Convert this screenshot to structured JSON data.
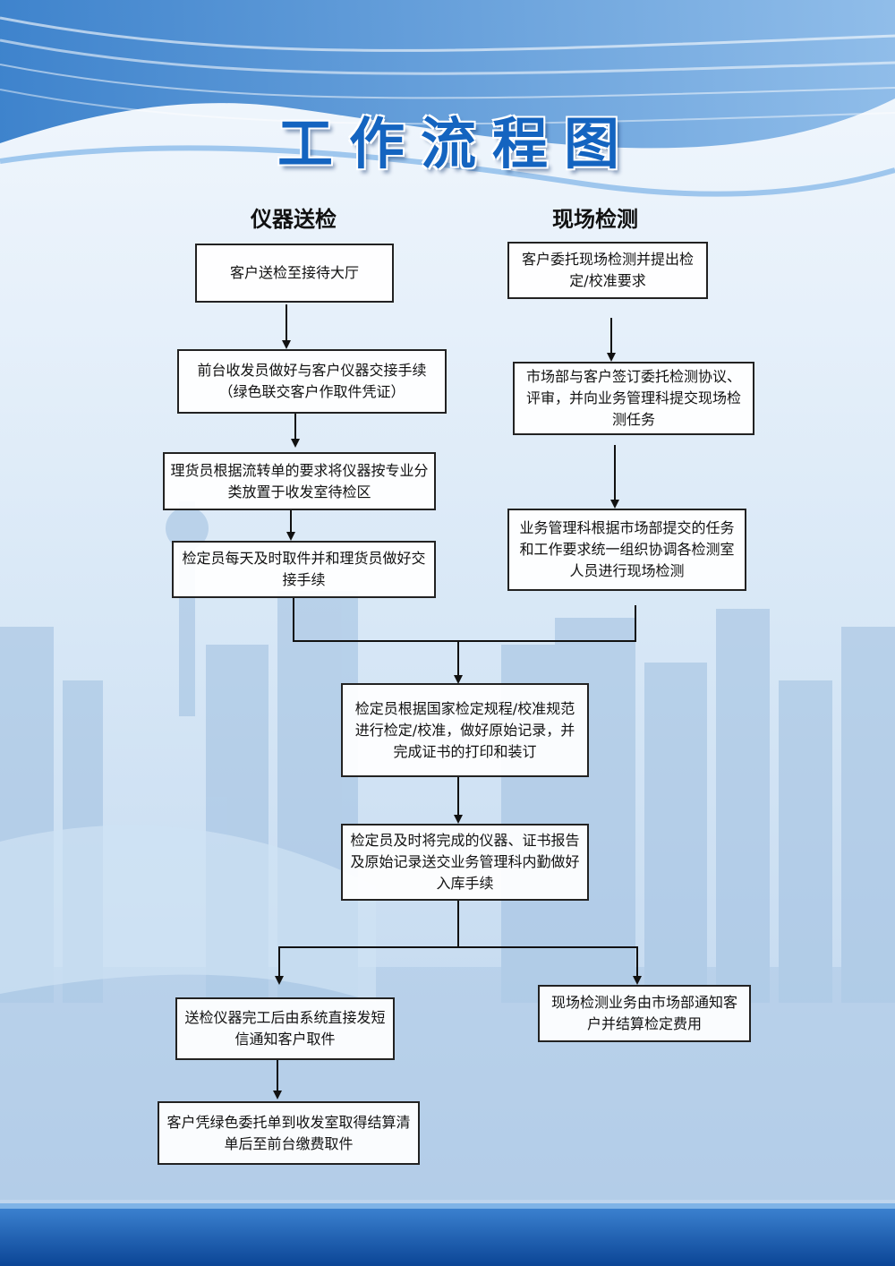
{
  "title": "工作流程图",
  "left_column": {
    "heading": "仪器送检",
    "steps": [
      "客户送检至接待大厅",
      "前台收发员做好与客户仪器交接手续（绿色联交客户作取件凭证）",
      "理货员根据流转单的要求将仪器按专业分类放置于收发室待检区",
      "检定员每天及时取件并和理货员做好交接手续"
    ]
  },
  "right_column": {
    "heading": "现场检测",
    "steps": [
      "客户委托现场检测并提出检定/校准要求",
      "市场部与客户签订委托检测协议、评审，并向业务管理科提交现场检测任务",
      "业务管理科根据市场部提交的任务和工作要求统一组织协调各检测室人员进行现场检测"
    ]
  },
  "merged_steps": [
    "检定员根据国家检定规程/校准规范进行检定/校准，做好原始记录，并完成证书的打印和装订",
    "检定员及时将完成的仪器、证书报告及原始记录送交业务管理科内勤做好入库手续"
  ],
  "final_left": [
    "送检仪器完工后由系统直接发短信通知客户取件",
    "客户凭绿色委托单到收发室取得结算清单后至前台缴费取件"
  ],
  "final_right": "现场检测业务由市场部通知客户并结算检定费用",
  "colors": {
    "title": "#1464c0",
    "band": "#0f4fa3",
    "box_border": "#222222"
  }
}
